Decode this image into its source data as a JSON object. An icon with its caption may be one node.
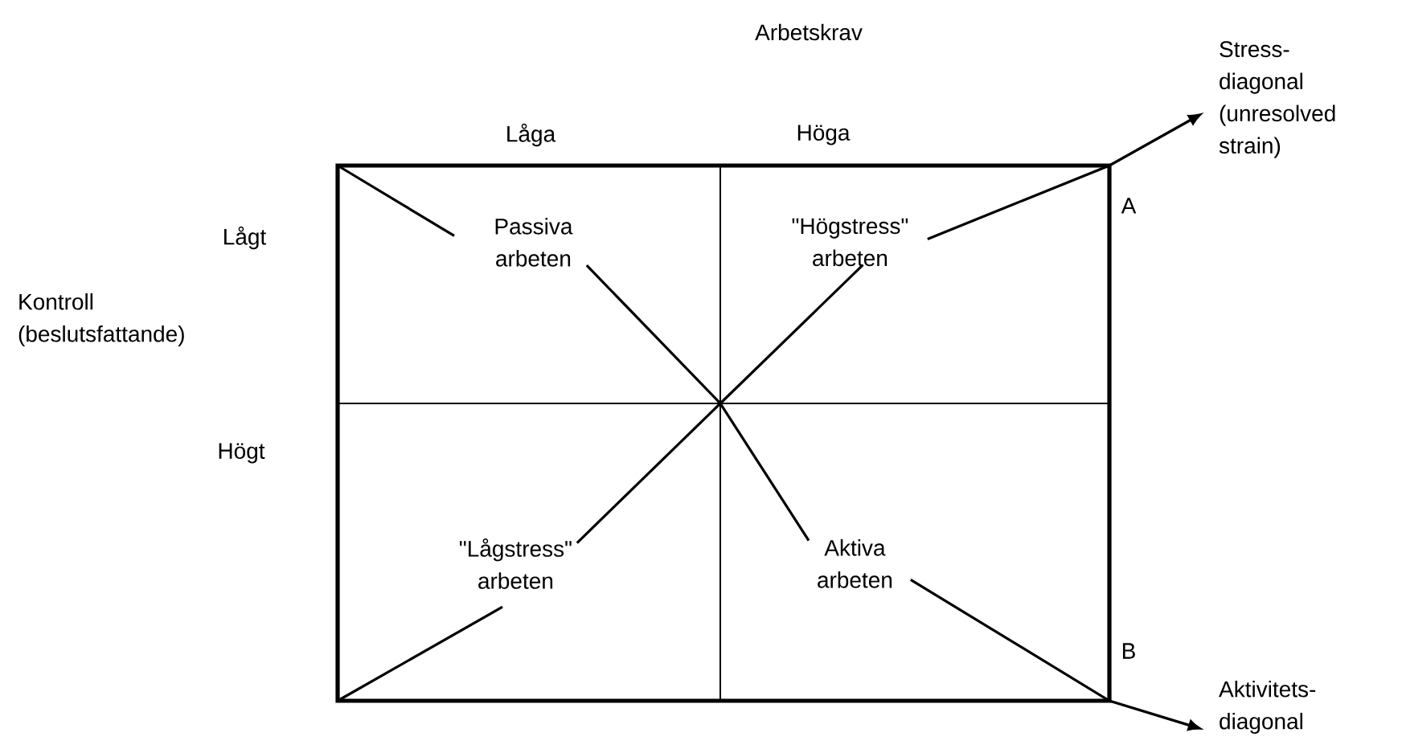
{
  "diagram": {
    "nodes": [
      {
        "text": [],
        "shape": "box"
      },
      {
        "text": [
          "Passiva arbeten"
        ],
        "in": 0
      },
      {
        "text": [
          "\"Högstress\" arbeten"
        ],
        "in": 0
      },
      {
        "text": [
          "\"Lågstress\" arbeten"
        ],
        "in": 0
      },
      {
        "text": [
          "Aktiva arbeten"
        ],
        "in": 0
      },
      {
        "text": [
          "Stress-diagonal (unresolved strain)"
        ]
      },
      {
        "text": [
          "Aktivitets-diagonal"
        ]
      }
    ],
    "edges": [
      {
        "from": 0,
        "to": 1,
        "arrow": "none"
      },
      {
        "from": 0,
        "to": 3,
        "arrow": "none"
      },
      {
        "from": 1,
        "to": 4,
        "arrow": "none"
      },
      {
        "from": 3,
        "to": 2,
        "arrow": "none"
      },
      {
        "from": 2,
        "to": 5,
        "arrow": "to"
      },
      {
        "from": 4,
        "to": 6,
        "arrow": "to"
      }
    ],
    "labels": [
      "Arbetskrav",
      "Låga",
      "Höga",
      "Lågt",
      "Kontroll (beslutsfattande)",
      "Högt",
      "A",
      "B"
    ]
  }
}
